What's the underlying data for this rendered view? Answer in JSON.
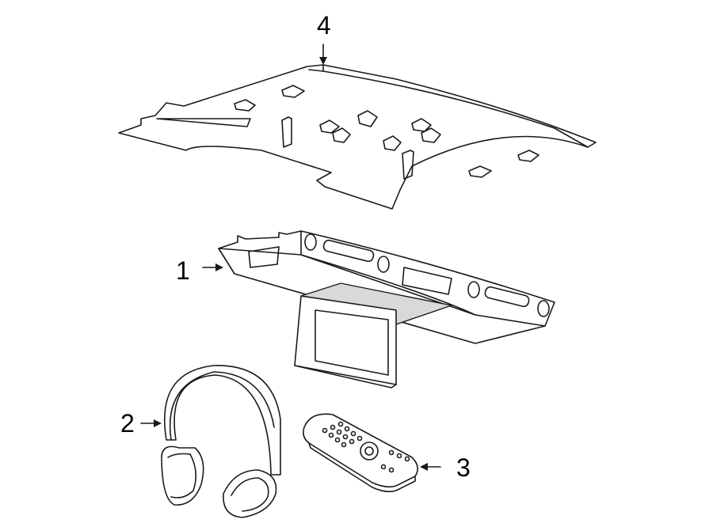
{
  "callouts": {
    "headliner": "4",
    "overhead_console": "1",
    "headphones": "2",
    "remote": "3"
  }
}
